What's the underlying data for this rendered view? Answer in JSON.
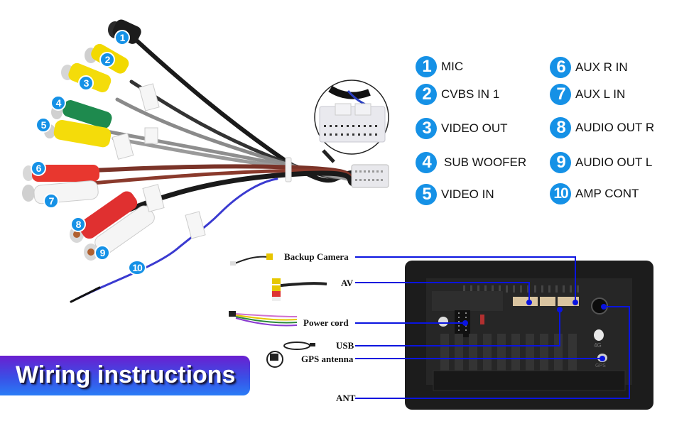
{
  "title": "Wiring instructions",
  "accent_color": "#1591e6",
  "banner_colors": {
    "top": "#6a1fd0",
    "bottom": "#2a7cf6"
  },
  "leader_line_color": "#0a14e0",
  "legend": [
    {
      "number": "1",
      "label": "MIC"
    },
    {
      "number": "2",
      "label": "CVBS IN 1"
    },
    {
      "number": "3",
      "label": "VIDEO OUT"
    },
    {
      "number": "4",
      "label": "SUB WOOFER"
    },
    {
      "number": "5",
      "label": "VIDEO IN"
    },
    {
      "number": "6",
      "label": "AUX R IN"
    },
    {
      "number": "7",
      "label": "AUX L IN"
    },
    {
      "number": "8",
      "label": "AUDIO OUT R"
    },
    {
      "number": "9",
      "label": "AUDIO OUT L"
    },
    {
      "number": "10",
      "label": "AMP CONT"
    }
  ],
  "cable_badges": [
    "1",
    "2",
    "3",
    "4",
    "5",
    "6",
    "7",
    "8",
    "9",
    "10"
  ],
  "accessories": [
    {
      "label": "Backup Camera"
    },
    {
      "label": "AV"
    },
    {
      "label": "Power cord"
    },
    {
      "label": "USB"
    },
    {
      "label": "GPS antenna"
    },
    {
      "label": "ANT"
    }
  ],
  "unit_port_labels": {
    "4g": "4G",
    "gps": "GPS"
  }
}
